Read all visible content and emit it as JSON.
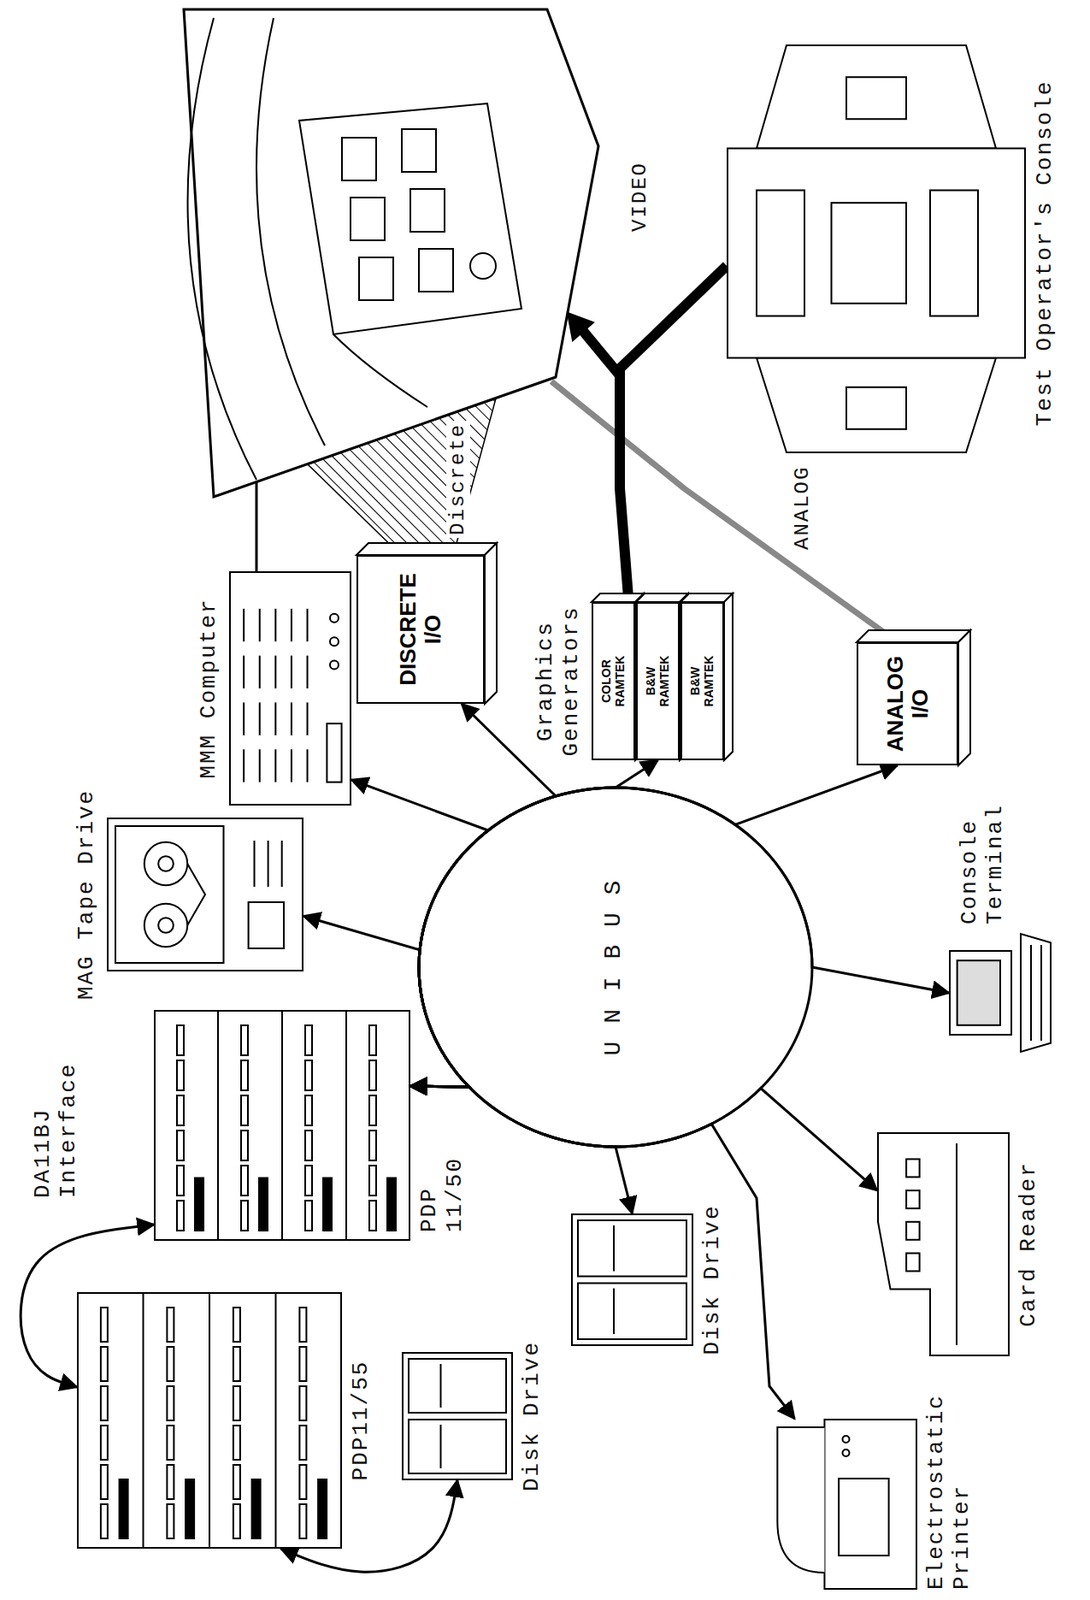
{
  "diagram": {
    "nodes": [
      {
        "text": [
          "MAG Tape Drive"
        ]
      },
      {
        "text": [
          "MMM Computer"
        ]
      },
      {
        "text": [
          "DISCRETE I/O"
        ]
      },
      {
        "text": [
          "Graphics Generators"
        ]
      },
      {
        "text": [
          "COLOR RAMTEK"
        ],
        "in": 3
      },
      {
        "text": [
          "B&W RAMTEK"
        ],
        "in": 3
      },
      {
        "text": [
          "B&W RAMTEK"
        ],
        "in": 3
      },
      {
        "text": [
          "ANALOG I/O"
        ]
      },
      {
        "text": [
          "Test Operator's Console"
        ]
      },
      {
        "text": [
          "PDP11/55"
        ]
      },
      {
        "text": [
          "PDP 11/50"
        ]
      },
      {
        "text": [
          "Disk Drive"
        ]
      },
      {
        "text": [
          "Disk Drive"
        ]
      },
      {
        "text": [
          "Electrostatic Printer"
        ]
      },
      {
        "text": [
          "Card Reader"
        ]
      },
      {
        "text": [
          "Console Terminal"
        ]
      }
    ],
    "edges": [
      {
        "from": 9,
        "to": 10,
        "label": "DA11BJ Interface",
        "arrow": "both"
      },
      {
        "from": 9,
        "to": 11,
        "arrow": "both"
      },
      {
        "from": 10,
        "to": 0,
        "arrow": "both"
      },
      {
        "from": 10,
        "to": 1,
        "arrow": "both"
      },
      {
        "from": 10,
        "to": 2,
        "arrow": "both"
      },
      {
        "from": 10,
        "to": 3,
        "arrow": "both"
      },
      {
        "from": 10,
        "to": 7,
        "arrow": "both"
      },
      {
        "from": 10,
        "to": 15,
        "arrow": "both"
      },
      {
        "from": 10,
        "to": 14,
        "arrow": "both"
      },
      {
        "from": 10,
        "to": 13,
        "arrow": "both"
      },
      {
        "from": 10,
        "to": 12,
        "arrow": "both"
      },
      {
        "from": 3,
        "to": 8,
        "arrow": "none"
      }
    ],
    "labels": [
      "VIDEO",
      "Discrete",
      "ANALOG",
      "U N I B U S"
    ]
  }
}
